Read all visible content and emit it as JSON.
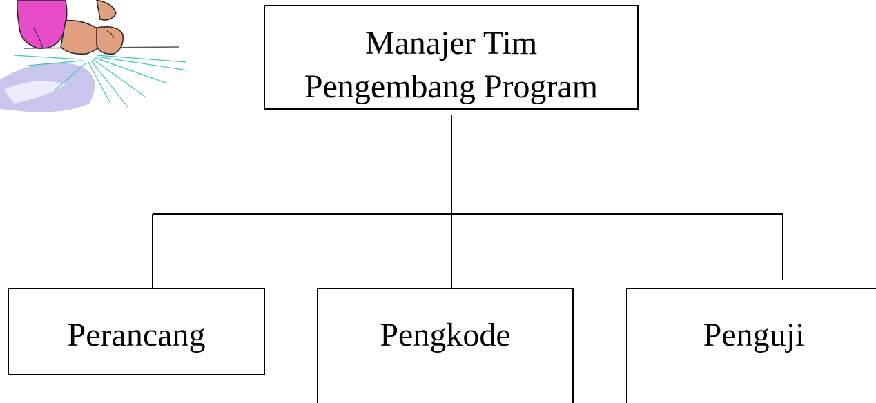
{
  "diagram": {
    "type": "org-chart",
    "root": {
      "line1": "Manajer Tim",
      "line2": "Pengembang Program"
    },
    "children": [
      {
        "id": "perancang",
        "label": "Perancang"
      },
      {
        "id": "pengkode",
        "label": "Pengkode"
      },
      {
        "id": "penguji",
        "label": "Penguji"
      }
    ]
  },
  "colors": {
    "line": "#000000",
    "clipart_shirt": "#e64bc8",
    "clipart_skin": "#e0a080",
    "clipart_desk": "#c9c6ee",
    "clipart_rays": "#36c9b8"
  }
}
